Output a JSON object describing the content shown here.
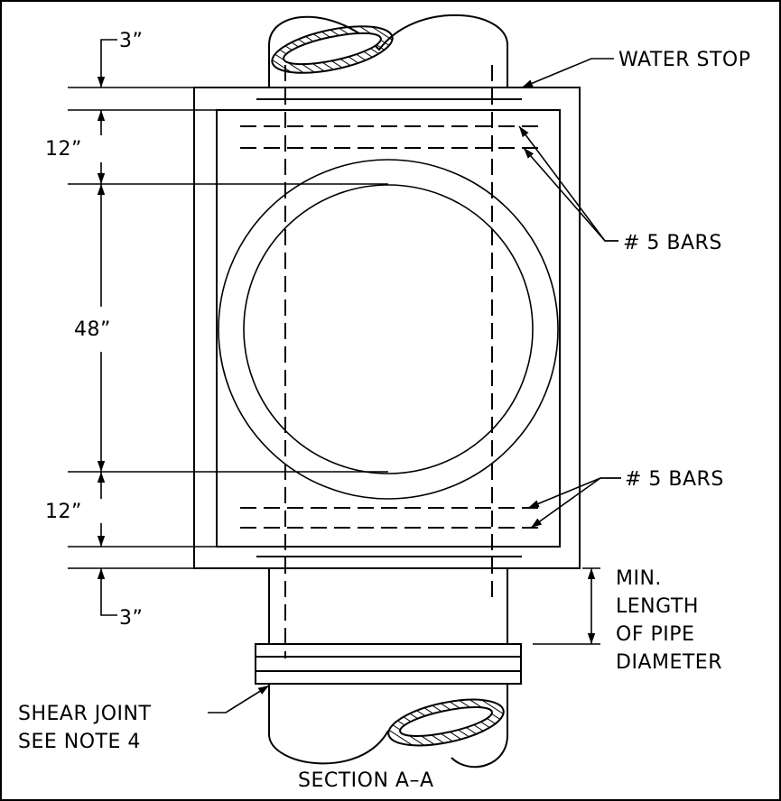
{
  "drawing": {
    "title": "SECTION A–A",
    "labels": {
      "water_stop": "WATER STOP",
      "bars_upper": "# 5 BARS",
      "bars_lower": "# 5 BARS",
      "min_length": [
        "MIN.",
        "LENGTH",
        "OF PIPE",
        "DIAMETER"
      ],
      "shear_joint": [
        "SHEAR JOINT",
        "SEE NOTE 4"
      ]
    },
    "dimensions": {
      "top_offset": "3”",
      "top_band": "12”",
      "middle": "48”",
      "bottom_band": "12”",
      "bottom_offset": "3”"
    }
  }
}
